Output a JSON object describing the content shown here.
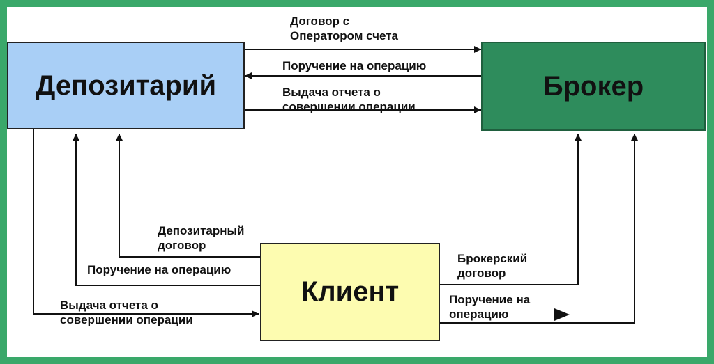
{
  "nodes": {
    "depository": "Депозитарий",
    "broker": "Брокер",
    "client": "Клиент"
  },
  "labels": {
    "top_contract_1": "Договор с",
    "top_contract_2": "Оператором счета",
    "top_order": "Поручение на операцию",
    "top_report_1": "Выдача отчета о",
    "top_report_2": "совершении операции",
    "dep_contract_1": "Депозитарный",
    "dep_contract_2": "договор",
    "dep_order": "Поручение на  операцию",
    "dep_report_1": "Выдача отчета о",
    "dep_report_2": "совершении операции",
    "brok_contract_1": "Брокерский",
    "brok_contract_2": "договор",
    "brok_order_1": "Поручение на",
    "brok_order_2": "операцию"
  },
  "colors": {
    "border": "#3aa86a",
    "depository_fill": "#a9cff6",
    "broker_fill": "#2e8c5c",
    "client_fill": "#fdfcb0"
  }
}
